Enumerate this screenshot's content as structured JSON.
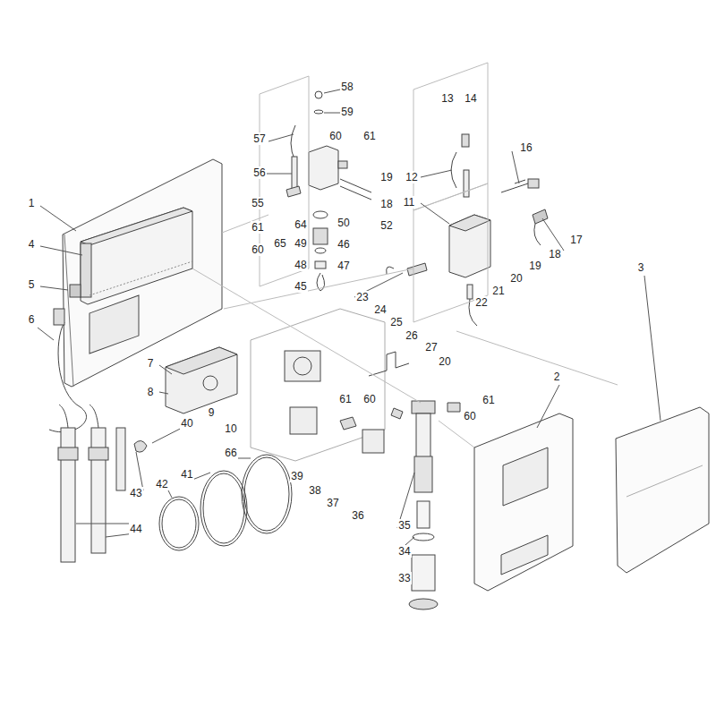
{
  "diagram": {
    "labels": [
      "58",
      "59",
      "57",
      "60",
      "61",
      "13",
      "14",
      "16",
      "12",
      "56",
      "19",
      "55",
      "18",
      "64",
      "50",
      "52",
      "11",
      "61",
      "60",
      "65",
      "49",
      "46",
      "17",
      "18",
      "48",
      "47",
      "19",
      "20",
      "1",
      "4",
      "45",
      "23",
      "21",
      "22",
      "5",
      "24",
      "25",
      "6",
      "26",
      "27",
      "20",
      "3",
      "2",
      "7",
      "8",
      "61",
      "60",
      "61",
      "60",
      "9",
      "10",
      "40",
      "66",
      "41",
      "42",
      "39",
      "38",
      "37",
      "36",
      "43",
      "44",
      "35",
      "34",
      "33"
    ]
  }
}
